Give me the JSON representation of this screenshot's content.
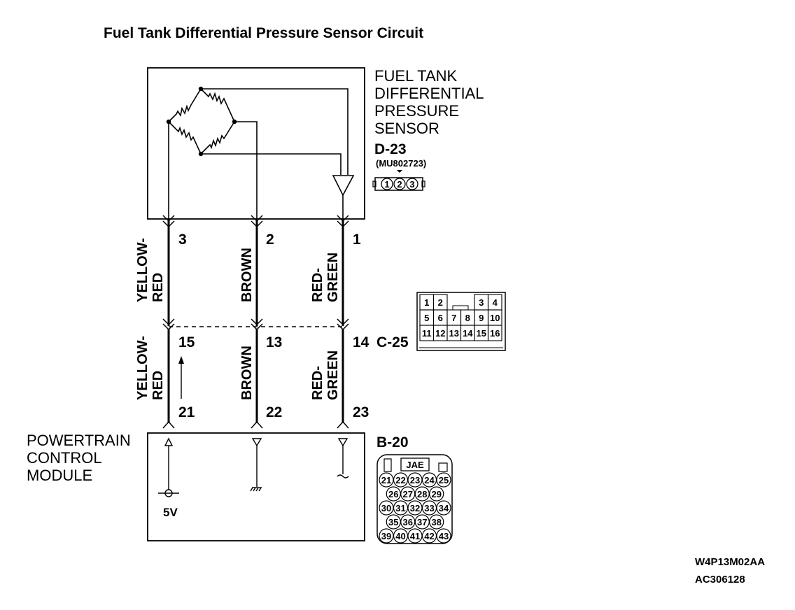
{
  "title": "Fuel Tank Differential Pressure Sensor Circuit",
  "sensor": {
    "name_lines": [
      "FUEL TANK",
      "DIFFERENTIAL",
      "PRESSURE",
      "SENSOR"
    ],
    "connector_id": "D-23",
    "part_number": "(MU802723)",
    "pins": [
      "1",
      "2",
      "3"
    ],
    "terminals": [
      "3",
      "2",
      "1"
    ]
  },
  "wires_upper": [
    {
      "color_lines": [
        "YELLOW-",
        "RED"
      ]
    },
    {
      "color_lines": [
        "BROWN"
      ]
    },
    {
      "color_lines": [
        "RED-",
        "GREEN"
      ]
    }
  ],
  "intermediate": {
    "connector_id": "C-25",
    "terminals": [
      "15",
      "13",
      "14"
    ],
    "grid_rows": [
      [
        "1",
        "2",
        "",
        "",
        "3",
        "4"
      ],
      [
        "5",
        "6",
        "7",
        "8",
        "9",
        "10"
      ],
      [
        "11",
        "12",
        "13",
        "14",
        "15",
        "16"
      ]
    ]
  },
  "wires_lower": [
    {
      "color_lines": [
        "YELLOW-",
        "RED"
      ]
    },
    {
      "color_lines": [
        "BROWN"
      ]
    },
    {
      "color_lines": [
        "RED-",
        "GREEN"
      ]
    }
  ],
  "pcm": {
    "name_lines": [
      "POWERTRAIN",
      "CONTROL",
      "MODULE"
    ],
    "connector_id": "B-20",
    "terminals": [
      "21",
      "22",
      "23"
    ],
    "supply_label": "5V",
    "maker_label": "JAE",
    "pin_rows": [
      [
        "21",
        "22",
        "23",
        "24",
        "25"
      ],
      [
        "26",
        "27",
        "28",
        "29"
      ],
      [
        "30",
        "31",
        "32",
        "33",
        "34"
      ],
      [
        "35",
        "36",
        "37",
        "38"
      ],
      [
        "39",
        "40",
        "41",
        "42",
        "43"
      ]
    ]
  },
  "codes": [
    "W4P13M02AA",
    "AC306128"
  ]
}
